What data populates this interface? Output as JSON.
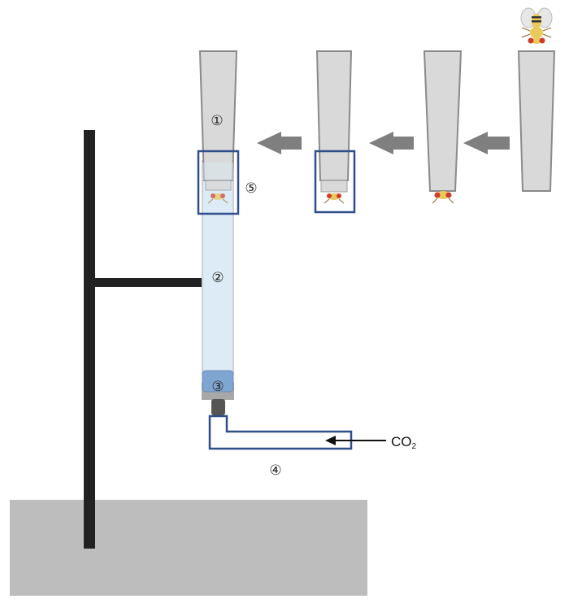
{
  "colors": {
    "tube_fill": "#d9d9d9",
    "tube_stroke": "#8a8a8a",
    "highlight_box": "#2f4f8a",
    "glass_column": "#dcebf5",
    "stand": "#222222",
    "base": "#bdbdbd",
    "arrow": "#7f7f7f",
    "fly_eye": "#d23a2a",
    "fly_body": "#e8c95a"
  },
  "labels": {
    "pipette_tip": "①",
    "glass_column": "②",
    "foam_plug": "③",
    "co2_line": "④",
    "magnified_region": "⑤"
  },
  "co2": {
    "text": "CO",
    "subscript": "2"
  },
  "icons": {
    "fly": "fruit-fly-icon",
    "flow_arrow": "left-arrow-icon"
  }
}
